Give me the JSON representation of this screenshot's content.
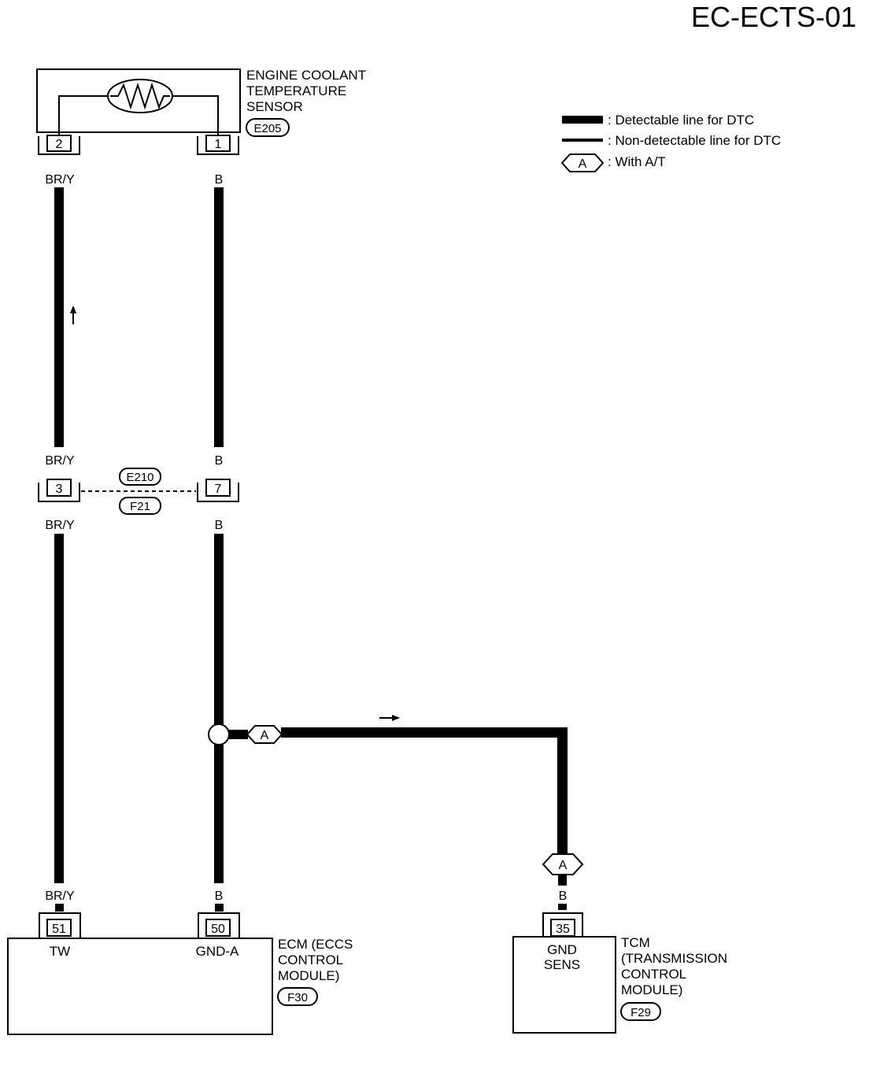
{
  "page_title": "EC-ECTS-01",
  "legend": {
    "detectable": ": Detectable line for DTC",
    "non_detectable": ": Non-detectable line for DTC",
    "with_at_symbol": "A",
    "with_at": ": With A/T"
  },
  "sensor": {
    "name_line1": "ENGINE COOLANT",
    "name_line2": "TEMPERATURE",
    "name_line3": "SENSOR",
    "connector": "E205",
    "pin_left": "2",
    "pin_right": "1"
  },
  "wires": {
    "left_color": "BR/Y",
    "right_color": "B"
  },
  "joint_connector": {
    "pin_left": "3",
    "pin_right": "7",
    "connector_top": "E210",
    "connector_bottom": "F21"
  },
  "branch_symbol": "A",
  "ecm": {
    "name_line1": "ECM (ECCS",
    "name_line2": "CONTROL",
    "name_line3": "MODULE)",
    "connector": "F30",
    "pin_left": "51",
    "pin_left_label": "TW",
    "pin_right": "50",
    "pin_right_label": "GND-A"
  },
  "tcm": {
    "name_line1": "TCM",
    "name_line2": "(TRANSMISSION",
    "name_line3": "CONTROL",
    "name_line4": "MODULE)",
    "connector": "F29",
    "pin": "35",
    "pin_label_line1": "GND",
    "pin_label_line2": "SENS"
  }
}
